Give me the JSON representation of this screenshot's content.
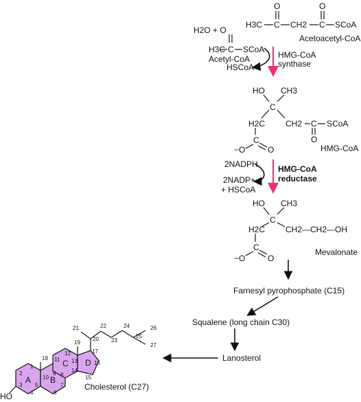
{
  "acetoacetyl_coa": {
    "h3c": "H3C",
    "o1": "O",
    "o2": "O",
    "ch2": "CH2",
    "c1": "C",
    "c2": "C",
    "scoa": "SCoA",
    "label": "Acetoacetyl-CoA"
  },
  "acetyl_coa": {
    "reactant": "H2O + O",
    "h3c": "H3C",
    "c": "C",
    "scoa": "SCoA",
    "label": "Acetyl-CoA",
    "hscoa": "HSCoA"
  },
  "enzyme1": {
    "line1": "HMG-CoA",
    "line2": "synthase"
  },
  "hmg_coa": {
    "ho": "HO",
    "ch3": "CH3",
    "c_central": "C",
    "h2c": "H2C",
    "ch2": "CH2",
    "c_right": "C",
    "o_right": "O",
    "scoa": "SCoA",
    "c_bottom": "C",
    "o_minus": "−O",
    "o_bottom": "O",
    "label": "HMG-CoA"
  },
  "nadph_step": {
    "nadph": "2NADPH",
    "nadp": "2NADP+",
    "hscoa": "+ HSCoA",
    "enzyme_line1": "HMG-CoA",
    "enzyme_line2": "reductase"
  },
  "mevalonate": {
    "ho": "HO",
    "ch3": "CH3",
    "c_central": "C",
    "h2c": "H2C",
    "chain": "CH2—CH2—OH",
    "c_bottom": "C",
    "o_minus": "−O",
    "o_bottom": "O",
    "label": "Mevalonate"
  },
  "farnesyl": {
    "label": "Farnesyl pyrophosphate (C15)"
  },
  "squalene": {
    "label": "Squalene (long chain C30)"
  },
  "lanosterol": {
    "label": "Lanosterol"
  },
  "cholesterol": {
    "label": "Cholesterol (C27)",
    "ho": "HO",
    "rings": [
      "A",
      "B",
      "C",
      "D"
    ],
    "numbers": [
      "1",
      "2",
      "3",
      "4",
      "5",
      "6",
      "7",
      "8",
      "9",
      "10",
      "11",
      "12",
      "13",
      "14",
      "15",
      "16",
      "17",
      "18",
      "19",
      "20",
      "21",
      "22",
      "23",
      "24",
      "25",
      "26",
      "27"
    ]
  },
  "colors": {
    "ring_fill": "#d9a6ee",
    "enzyme_arrow": "#e8336b",
    "line": "#111111"
  }
}
